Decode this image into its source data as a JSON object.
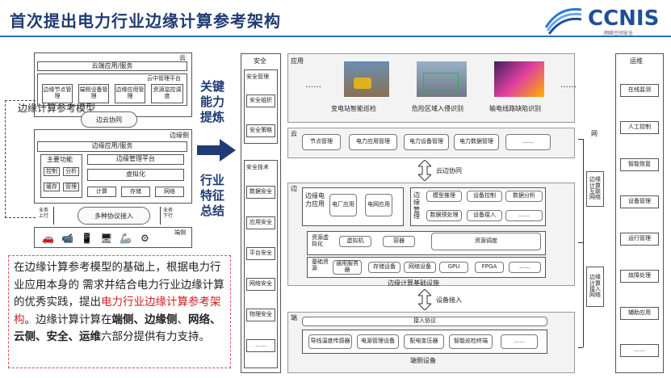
{
  "header": {
    "title": "首次提出电力行业边缘计算参考架构",
    "logo": "CCNIS",
    "logo_sub": "网络空间安全"
  },
  "left_diagram": {
    "cloud_label": "云",
    "cloud_app": "云端应用/服务",
    "cloud_platform": "云中管理平台",
    "cloud_items": [
      "边缘节点管理",
      "端侧设备管理",
      "边缘应用管理",
      "资源监控调度"
    ],
    "ref_model_label": "边缘计算参考模型",
    "cloud_edge": "边云协同",
    "edge_label": "边缘侧",
    "edge_app": "边缘应用/服务",
    "main_func": "主要功能",
    "func_items": [
      "控制",
      "分析",
      "缓存",
      "管理"
    ],
    "edge_platform": "边缘管理平台",
    "virtualization": "虚拟化",
    "resources": [
      "计算",
      "存储",
      "网络"
    ],
    "up_label": "业务上行",
    "down_label": "业务下行",
    "multi_protocol": "多种协议接入",
    "device_label": "端侧"
  },
  "middle": {
    "key_caption": "关键能力提炼",
    "industry_caption": "行业特征总结"
  },
  "text_block": {
    "p1": "在边缘计算参考模型的基础上，根据电力行业应用本身的 需求并结合电力行业边缘计算的优秀实践，提出",
    "p1_red": "电力行业边缘计算参考架构",
    "p2": "。边缘计算计算在",
    "b1": "端侧、边缘侧",
    "p3": "、",
    "b2": "网络、云侧、安全、运维",
    "p4": "六部分提供有力支持。"
  },
  "right_diagram": {
    "security": {
      "title": "安全",
      "mgmt": "安全管理",
      "mgmt_items": [
        "安全组织",
        "安全策略"
      ],
      "tech": "安全技术",
      "tech_items": [
        "数据安全",
        "应用安全",
        "平台安全",
        "网络安全",
        "物理安全",
        "……"
      ]
    },
    "app": {
      "title": "应用",
      "dots": "……",
      "items": [
        "变电站智能巡检",
        "危险区域入侵识别",
        "输电线路缺陷识别"
      ]
    },
    "cloud": {
      "title": "云",
      "items": [
        "节点管理",
        "电力应用管理",
        "电力设备管理",
        "电力数据管理",
        "……"
      ]
    },
    "cloud_edge": "云边协同",
    "edge": {
      "title": "边",
      "edge_app": "边缘电力应用",
      "apps": [
        "电厂应用",
        "电网应用"
      ],
      "edge_mgmt": "边缘管理",
      "mgmt_items": [
        "模型推理",
        "设备控制",
        "数据分析",
        "数据预处理",
        "设备接入",
        "……"
      ],
      "res_virt": "资源虚拟化",
      "vm": "虚拟机",
      "container": "容器",
      "res_sched": "资源调度",
      "base_res": "基础资源",
      "base_items": [
        "通用服务器",
        "存储设备",
        "网络设备",
        "GPU",
        "FPGA",
        "……"
      ],
      "infra": "边缘计算基础设施"
    },
    "device_access": "设备接入",
    "device": {
      "title": "端",
      "protocol": "接入协议",
      "items": [
        "导线温度传感器",
        "电源管理设备",
        "配电变压器",
        "智能巡检终端",
        "……"
      ],
      "footer": "端侧设备"
    },
    "network": {
      "title": "网",
      "top": "边缘计算互联网络",
      "bottom": "边缘计算接入网络"
    },
    "ops": {
      "title": "运维",
      "items": [
        "在线监测",
        "人工控制",
        "智能恢复",
        "设备管理",
        "运行管理",
        "故障处理",
        "辅助应用",
        "……"
      ]
    }
  }
}
